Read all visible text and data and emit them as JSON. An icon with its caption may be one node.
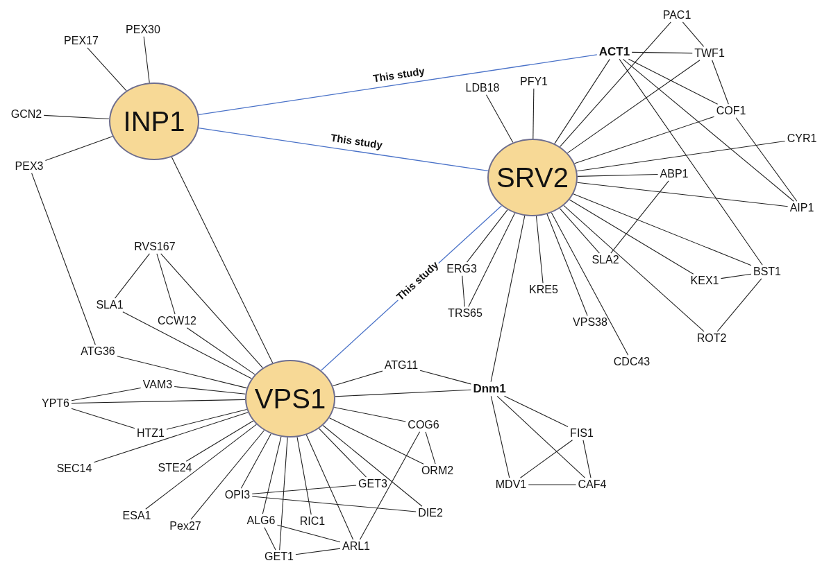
{
  "diagram": {
    "nodes": [
      {
        "text": [
          "INP1"
        ]
      },
      {
        "text": [
          "SRV2"
        ]
      },
      {
        "text": [
          "VPS1"
        ]
      },
      {
        "text": [
          "PEX17"
        ]
      },
      {
        "text": [
          "PEX30"
        ]
      },
      {
        "text": [
          "GCN2"
        ]
      },
      {
        "text": [
          "PEX3"
        ]
      },
      {
        "text": [
          "ACT1"
        ]
      },
      {
        "text": [
          "PAC1"
        ]
      },
      {
        "text": [
          "TWF1"
        ]
      },
      {
        "text": [
          "LDB18"
        ]
      },
      {
        "text": [
          "PFY1"
        ]
      },
      {
        "text": [
          "COF1"
        ]
      },
      {
        "text": [
          "CYR1"
        ]
      },
      {
        "text": [
          "ABP1"
        ]
      },
      {
        "text": [
          "AIP1"
        ]
      },
      {
        "text": [
          "RVS167"
        ]
      },
      {
        "text": [
          "SLA1"
        ]
      },
      {
        "text": [
          "CCW12"
        ]
      },
      {
        "text": [
          "SLA2"
        ]
      },
      {
        "text": [
          "ERG3"
        ]
      },
      {
        "text": [
          "TRS65"
        ]
      },
      {
        "text": [
          "KRE5"
        ]
      },
      {
        "text": [
          "KEX1"
        ]
      },
      {
        "text": [
          "BST1"
        ]
      },
      {
        "text": [
          "VPS38"
        ]
      },
      {
        "text": [
          "ROT2"
        ]
      },
      {
        "text": [
          "CDC43"
        ]
      },
      {
        "text": [
          "ATG36"
        ]
      },
      {
        "text": [
          "ATG11"
        ]
      },
      {
        "text": [
          "Dnm1"
        ]
      },
      {
        "text": [
          "VAM3"
        ]
      },
      {
        "text": [
          "YPT6"
        ]
      },
      {
        "text": [
          "HTZ1"
        ]
      },
      {
        "text": [
          "COG6"
        ]
      },
      {
        "text": [
          "SEC14"
        ]
      },
      {
        "text": [
          "STE24"
        ]
      },
      {
        "text": [
          "FIS1"
        ]
      },
      {
        "text": [
          "ORM2"
        ]
      },
      {
        "text": [
          "GET3"
        ]
      },
      {
        "text": [
          "OPI3"
        ]
      },
      {
        "text": [
          "MDV1"
        ]
      },
      {
        "text": [
          "CAF4"
        ]
      },
      {
        "text": [
          "DIE2"
        ]
      },
      {
        "text": [
          "ESA1"
        ]
      },
      {
        "text": [
          "Pex27"
        ]
      },
      {
        "text": [
          "ALG6"
        ]
      },
      {
        "text": [
          "RIC1"
        ]
      },
      {
        "text": [
          "ARL1"
        ]
      },
      {
        "text": [
          "GET1"
        ]
      }
    ],
    "edges": [
      {
        "from": 0,
        "to": 3,
        "arrow": "none"
      },
      {
        "from": 0,
        "to": 4,
        "arrow": "none"
      },
      {
        "from": 0,
        "to": 5,
        "arrow": "none"
      },
      {
        "from": 0,
        "to": 6,
        "arrow": "none"
      },
      {
        "from": 0,
        "to": 2,
        "arrow": "none"
      },
      {
        "from": 0,
        "to": 7,
        "arrow": "none",
        "label": "This study",
        "color": "#4a72c8"
      },
      {
        "from": 0,
        "to": 1,
        "arrow": "none",
        "label": "This study",
        "color": "#4a72c8"
      },
      {
        "from": 1,
        "to": 2,
        "arrow": "none",
        "label": "This study",
        "color": "#4a72c8"
      },
      {
        "from": 6,
        "to": 28,
        "arrow": "none"
      },
      {
        "from": 7,
        "to": 1,
        "arrow": "none"
      },
      {
        "from": 7,
        "to": 9,
        "arrow": "none"
      },
      {
        "from": 7,
        "to": 12,
        "arrow": "none"
      },
      {
        "from": 7,
        "to": 15,
        "arrow": "none"
      },
      {
        "from": 7,
        "to": 24,
        "arrow": "none"
      },
      {
        "from": 8,
        "to": 9,
        "arrow": "none"
      },
      {
        "from": 8,
        "to": 1,
        "arrow": "none"
      },
      {
        "from": 9,
        "to": 12,
        "arrow": "none"
      },
      {
        "from": 9,
        "to": 1,
        "arrow": "none"
      },
      {
        "from": 10,
        "to": 1,
        "arrow": "none"
      },
      {
        "from": 11,
        "to": 1,
        "arrow": "none"
      },
      {
        "from": 12,
        "to": 1,
        "arrow": "none"
      },
      {
        "from": 12,
        "to": 15,
        "arrow": "none"
      },
      {
        "from": 13,
        "to": 1,
        "arrow": "none"
      },
      {
        "from": 14,
        "to": 1,
        "arrow": "none"
      },
      {
        "from": 14,
        "to": 19,
        "arrow": "none"
      },
      {
        "from": 15,
        "to": 1,
        "arrow": "none"
      },
      {
        "from": 1,
        "to": 24,
        "arrow": "none"
      },
      {
        "from": 1,
        "to": 23,
        "arrow": "none"
      },
      {
        "from": 1,
        "to": 26,
        "arrow": "none"
      },
      {
        "from": 1,
        "to": 19,
        "arrow": "none"
      },
      {
        "from": 1,
        "to": 27,
        "arrow": "none"
      },
      {
        "from": 1,
        "to": 25,
        "arrow": "none"
      },
      {
        "from": 1,
        "to": 22,
        "arrow": "none"
      },
      {
        "from": 1,
        "to": 30,
        "arrow": "none"
      },
      {
        "from": 1,
        "to": 21,
        "arrow": "none"
      },
      {
        "from": 1,
        "to": 20,
        "arrow": "none"
      },
      {
        "from": 20,
        "to": 21,
        "arrow": "none"
      },
      {
        "from": 23,
        "to": 24,
        "arrow": "none"
      },
      {
        "from": 24,
        "to": 26,
        "arrow": "none"
      },
      {
        "from": 29,
        "to": 30,
        "arrow": "none"
      },
      {
        "from": 2,
        "to": 30,
        "arrow": "none"
      },
      {
        "from": 30,
        "to": 37,
        "arrow": "none"
      },
      {
        "from": 30,
        "to": 41,
        "arrow": "none"
      },
      {
        "from": 30,
        "to": 42,
        "arrow": "none"
      },
      {
        "from": 37,
        "to": 41,
        "arrow": "none"
      },
      {
        "from": 37,
        "to": 42,
        "arrow": "none"
      },
      {
        "from": 41,
        "to": 42,
        "arrow": "none"
      },
      {
        "from": 16,
        "to": 17,
        "arrow": "none"
      },
      {
        "from": 16,
        "to": 18,
        "arrow": "none"
      },
      {
        "from": 16,
        "to": 2,
        "arrow": "none"
      },
      {
        "from": 17,
        "to": 2,
        "arrow": "none"
      },
      {
        "from": 18,
        "to": 2,
        "arrow": "none"
      },
      {
        "from": 28,
        "to": 2,
        "arrow": "none"
      },
      {
        "from": 31,
        "to": 2,
        "arrow": "none"
      },
      {
        "from": 31,
        "to": 32,
        "arrow": "none"
      },
      {
        "from": 32,
        "to": 2,
        "arrow": "none"
      },
      {
        "from": 32,
        "to": 33,
        "arrow": "none"
      },
      {
        "from": 33,
        "to": 2,
        "arrow": "none"
      },
      {
        "from": 35,
        "to": 2,
        "arrow": "none"
      },
      {
        "from": 36,
        "to": 2,
        "arrow": "none"
      },
      {
        "from": 44,
        "to": 2,
        "arrow": "none"
      },
      {
        "from": 45,
        "to": 2,
        "arrow": "none"
      },
      {
        "from": 40,
        "to": 2,
        "arrow": "none"
      },
      {
        "from": 40,
        "to": 39,
        "arrow": "none"
      },
      {
        "from": 40,
        "to": 43,
        "arrow": "none"
      },
      {
        "from": 46,
        "to": 2,
        "arrow": "none"
      },
      {
        "from": 46,
        "to": 49,
        "arrow": "none"
      },
      {
        "from": 46,
        "to": 48,
        "arrow": "none"
      },
      {
        "from": 49,
        "to": 2,
        "arrow": "none"
      },
      {
        "from": 49,
        "to": 48,
        "arrow": "none"
      },
      {
        "from": 47,
        "to": 2,
        "arrow": "none"
      },
      {
        "from": 48,
        "to": 2,
        "arrow": "none"
      },
      {
        "from": 39,
        "to": 2,
        "arrow": "none"
      },
      {
        "from": 43,
        "to": 2,
        "arrow": "none"
      },
      {
        "from": 38,
        "to": 2,
        "arrow": "none"
      },
      {
        "from": 34,
        "to": 2,
        "arrow": "none"
      },
      {
        "from": 34,
        "to": 38,
        "arrow": "none"
      },
      {
        "from": 34,
        "to": 48,
        "arrow": "none"
      },
      {
        "from": 29,
        "to": 2,
        "arrow": "none"
      }
    ]
  }
}
